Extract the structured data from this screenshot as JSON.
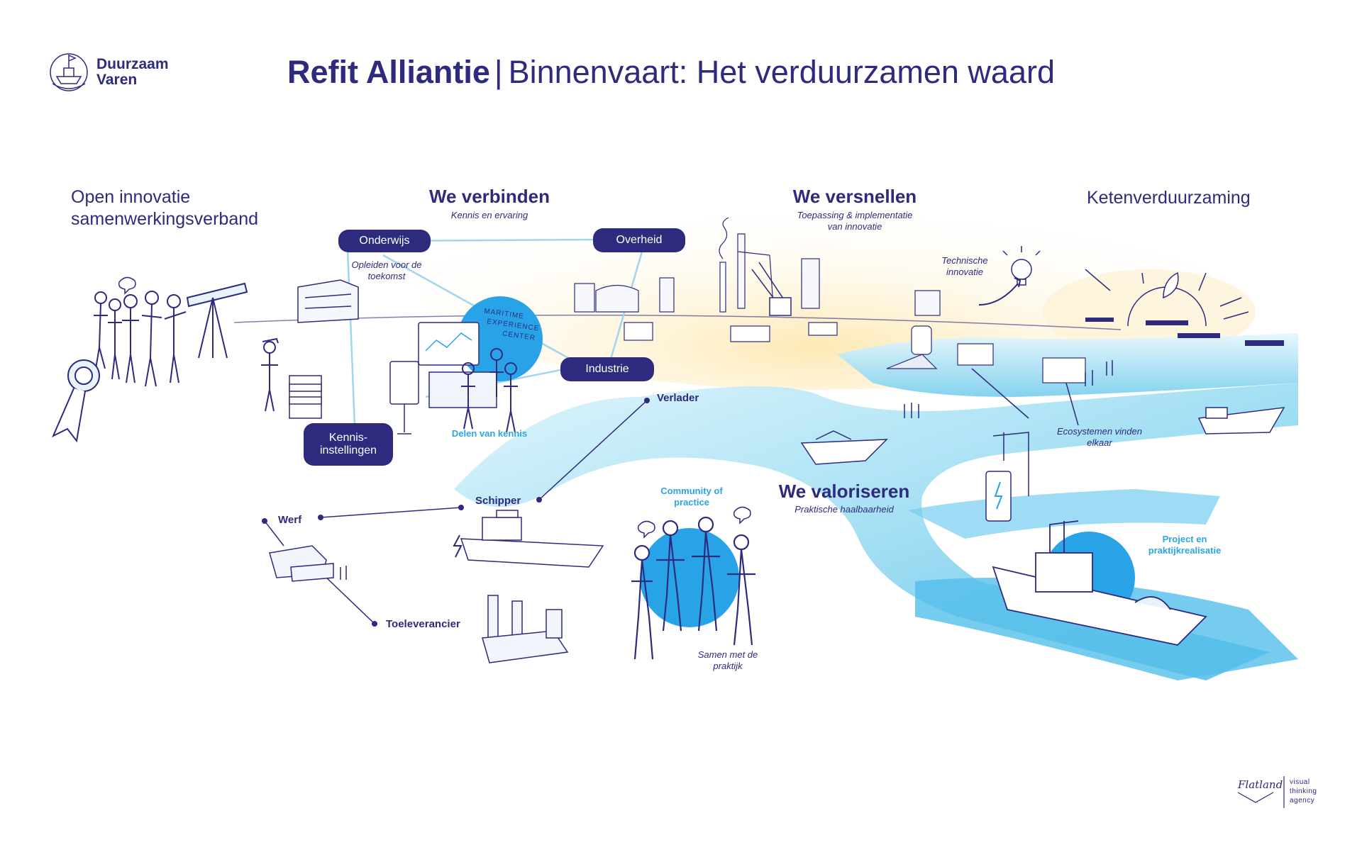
{
  "header": {
    "logo_line1": "Duurzaam",
    "logo_line2": "Varen",
    "title_bold": "Refit Alliantie",
    "title_sep": "|",
    "title_rest": "Binnenvaart: Het verduurzamen waard"
  },
  "sections": {
    "open_line1": "Open innovatie",
    "open_line2": "samenwerkingsverband",
    "verbinden_title": "We verbinden",
    "verbinden_sub": "Kennis en ervaring",
    "versnellen_title": "We versnellen",
    "versnellen_sub_line1": "Toepassing & implementatie",
    "versnellen_sub_line2": "van innovatie",
    "keten": "Ketenverduurzaming",
    "valoriseren_title": "We valoriseren",
    "valoriseren_sub": "Praktische haalbaarheid"
  },
  "pills": {
    "onderwijs": "Onderwijs",
    "overheid": "Overheid",
    "industrie": "Industrie",
    "kennis_line1": "Kennis-",
    "kennis_line2": "instellingen"
  },
  "nodes": {
    "verlader": "Verlader",
    "schipper": "Schipper",
    "werf": "Werf",
    "toeleverancier": "Toeleverancier"
  },
  "notes": {
    "opleiden_line1": "Opleiden voor de",
    "opleiden_line2": "toekomst",
    "technische_line1": "Technische",
    "technische_line2": "innovatie",
    "ecosystemen_line1": "Ecosystemen vinden",
    "ecosystemen_line2": "elkaar",
    "samen_line1": "Samen met de",
    "samen_line2": "praktijk"
  },
  "highlights": {
    "delen": "Delen van kennis",
    "community_line1": "Community of",
    "community_line2": "practice",
    "project_line1": "Project en",
    "project_line2": "praktijkrealisatie"
  },
  "sign": {
    "mec_line1": "MARITIME",
    "mec_line2": "EXPERIENCE",
    "mec_line3": "CENTER"
  },
  "footer": {
    "signature": "Flatland",
    "line1": "visual",
    "line2": "thinking",
    "line3": "agency"
  },
  "colors": {
    "navy": "#2e2a7e",
    "cyan": "#2aa6e0",
    "circle_blue": "#29a3e8",
    "water_light": "#bfe8f7",
    "sky_glow": "#fdf1cf"
  },
  "icons": [
    "ship-wheel-logo-icon",
    "telescope-icon",
    "award-rosette-icon",
    "lightbulb-icon",
    "lightning-icon",
    "charging-station-icon",
    "crane-icon"
  ]
}
